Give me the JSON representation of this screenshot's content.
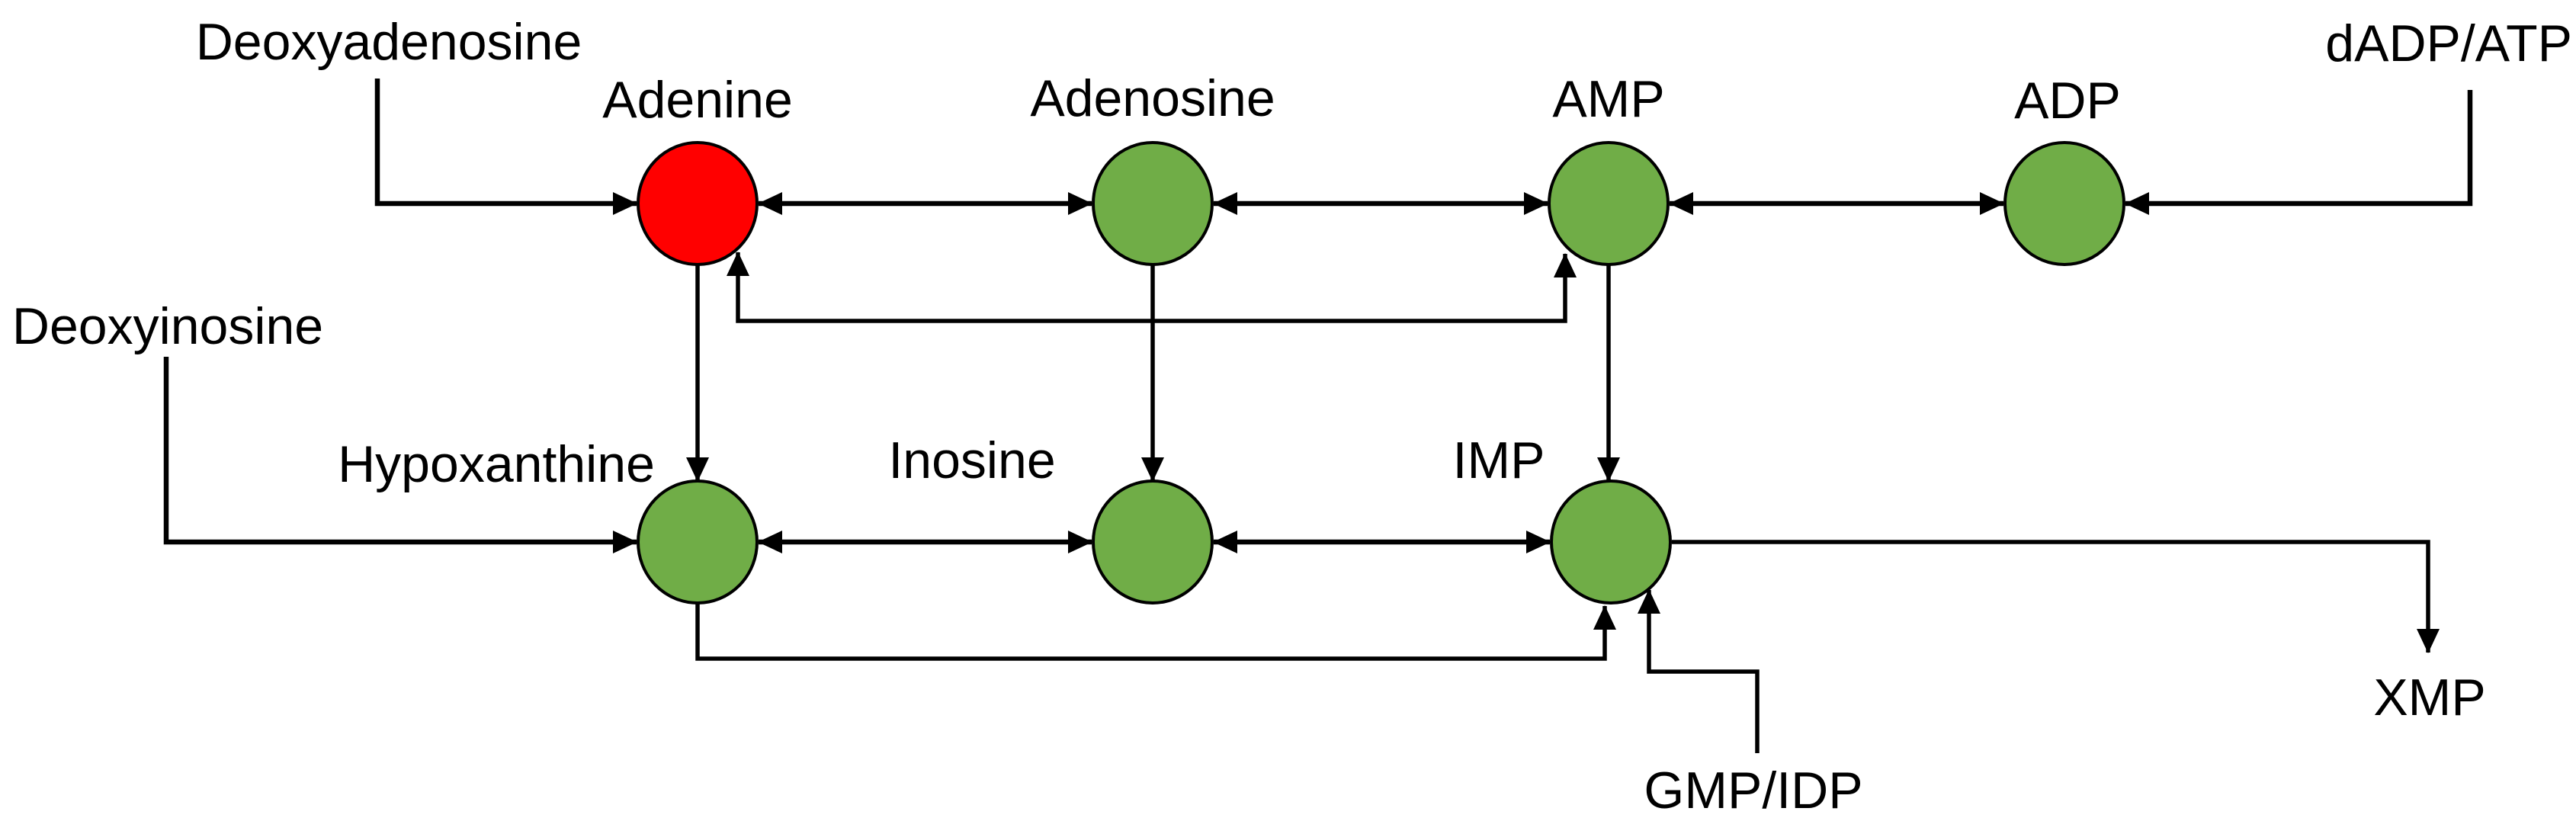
{
  "colors": {
    "node_green": "#70ad47",
    "node_red": "#ff0000",
    "node_outline": "#000000",
    "line": "#000000",
    "text": "#000000",
    "background": "#ffffff"
  },
  "nodes": {
    "adenine": {
      "label": "Adenine",
      "color": "#ff0000"
    },
    "adenosine": {
      "label": "Adenosine",
      "color": "#70ad47"
    },
    "amp": {
      "label": "AMP",
      "color": "#70ad47"
    },
    "adp": {
      "label": "ADP",
      "color": "#70ad47"
    },
    "hypoxanthine": {
      "label": "Hypoxanthine",
      "color": "#70ad47"
    },
    "inosine": {
      "label": "Inosine",
      "color": "#70ad47"
    },
    "imp": {
      "label": "IMP",
      "color": "#70ad47"
    }
  },
  "externals": {
    "deoxyadenosine": {
      "label": "Deoxyadenosine"
    },
    "dadp_atp": {
      "label": "dADP/ATP"
    },
    "deoxyinosine": {
      "label": "Deoxyinosine"
    },
    "xmp": {
      "label": "XMP"
    },
    "gmp_idp": {
      "label": "GMP/IDP"
    }
  },
  "edges": [
    {
      "from": "Deoxyadenosine",
      "to": "Adenine",
      "arrows": "one-way"
    },
    {
      "from": "Adenine",
      "to": "Adenosine",
      "arrows": "two-way"
    },
    {
      "from": "Adenosine",
      "to": "AMP",
      "arrows": "two-way"
    },
    {
      "from": "AMP",
      "to": "ADP",
      "arrows": "two-way"
    },
    {
      "from": "dADP/ATP",
      "to": "ADP",
      "arrows": "one-way"
    },
    {
      "from": "Adenine",
      "to": "AMP",
      "arrows": "two-way"
    },
    {
      "from": "Adenine",
      "to": "Hypoxanthine",
      "arrows": "one-way"
    },
    {
      "from": "Adenosine",
      "to": "Inosine",
      "arrows": "one-way"
    },
    {
      "from": "AMP",
      "to": "IMP",
      "arrows": "one-way"
    },
    {
      "from": "Deoxyinosine",
      "to": "Hypoxanthine",
      "arrows": "one-way"
    },
    {
      "from": "Hypoxanthine",
      "to": "Inosine",
      "arrows": "two-way"
    },
    {
      "from": "Inosine",
      "to": "IMP",
      "arrows": "two-way"
    },
    {
      "from": "Hypoxanthine",
      "to": "IMP",
      "arrows": "one-way"
    },
    {
      "from": "GMP/IDP",
      "to": "IMP",
      "arrows": "one-way"
    },
    {
      "from": "IMP",
      "to": "XMP",
      "arrows": "one-way"
    }
  ]
}
